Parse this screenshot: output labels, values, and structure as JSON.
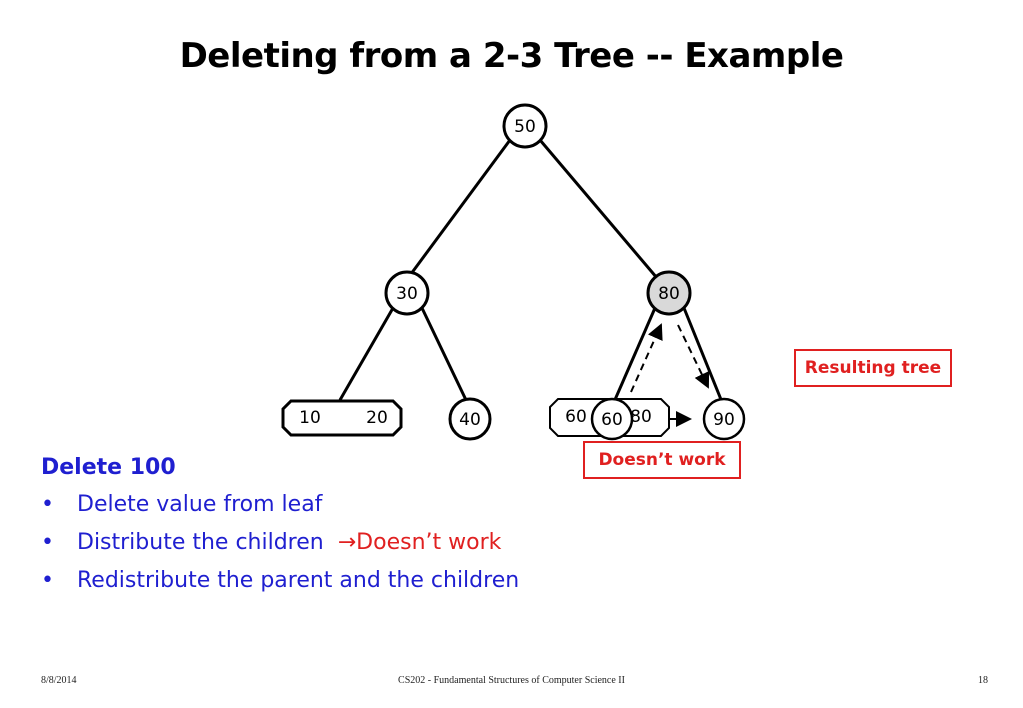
{
  "slide": {
    "title": "Deleting from a 2-3 Tree -- Example"
  },
  "diagram": {
    "root": "50",
    "left_internal": "30",
    "right_internal": "80",
    "leaf_left_a": "10",
    "leaf_left_b": "20",
    "leaf_mid": "40",
    "leaf_right_back_a": "60",
    "leaf_right_back_b": "80",
    "leaf_right_circle": "60",
    "leaf_far_right": "90"
  },
  "labels": {
    "resulting_tree": "Resulting tree",
    "doesnt_work": "Doesn’t work"
  },
  "content": {
    "heading": "Delete 100",
    "bullets": {
      "b1": "Delete value from leaf",
      "b2_text": "Distribute the children",
      "b2_red": "Doesn’t work",
      "b3": "Redistribute the parent and the children"
    },
    "bullet_symbol": "•",
    "arrow_symbol": "→"
  },
  "footer": {
    "date": "8/8/2014",
    "course": "CS202 - Fundamental Structures of Computer Science II",
    "page": "18"
  },
  "colors": {
    "accent_blue": "#1f1fd0",
    "accent_red": "#e02020",
    "highlight_node": "#d9d9d9"
  }
}
